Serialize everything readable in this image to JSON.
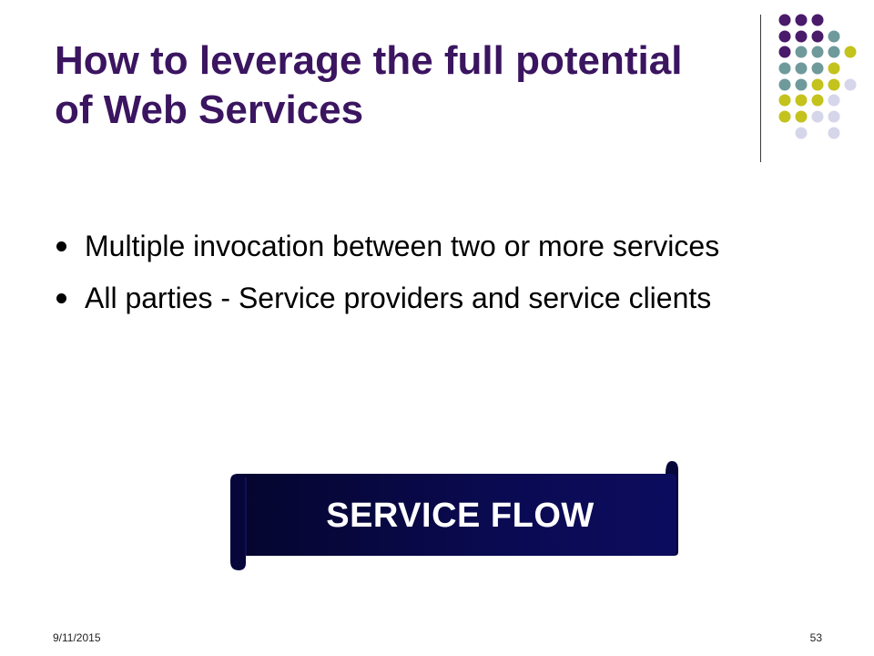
{
  "slide": {
    "title": "How to leverage the full potential of Web Services",
    "bullets": [
      "Multiple invocation between two or more services",
      "All parties - Service providers and service clients"
    ],
    "banner_text": "SERVICE FLOW",
    "footer_date": "9/11/2015",
    "page_number": "53"
  },
  "colors": {
    "title": "#3b1560",
    "dot_purple": "#4a1a6b",
    "dot_teal": "#6f9a9c",
    "dot_yellow": "#c4c21c",
    "dot_lavender": "#d6d6ea",
    "banner_dark": "#0a0a52"
  }
}
